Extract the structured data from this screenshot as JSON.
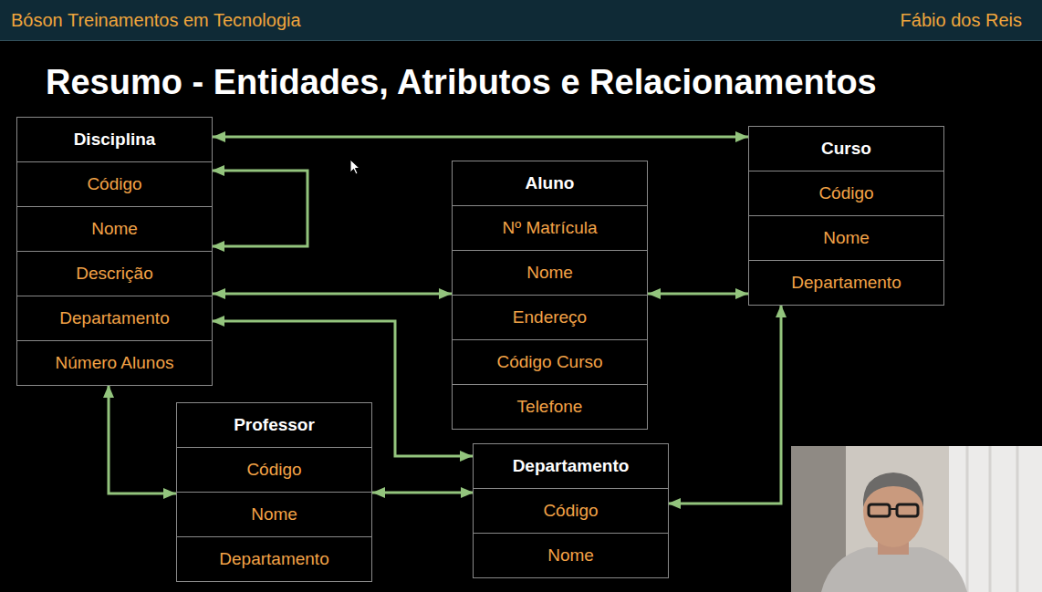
{
  "diagram": {
    "title": "Resumo - Entidades, Atributos e Relacionamentos",
    "nodes": [
      {
        "text": [
          "Disciplina"
        ]
      },
      {
        "text": [
          "Código"
        ],
        "in": 0
      },
      {
        "text": [
          "Nome"
        ],
        "in": 0
      },
      {
        "text": [
          "Descrição"
        ],
        "in": 0
      },
      {
        "text": [
          "Departamento"
        ],
        "in": 0
      },
      {
        "text": [
          "Número Alunos"
        ],
        "in": 0
      },
      {
        "text": [
          "Curso"
        ]
      },
      {
        "text": [
          "Código"
        ],
        "in": 6
      },
      {
        "text": [
          "Nome"
        ],
        "in": 6
      },
      {
        "text": [
          "Departamento"
        ],
        "in": 6
      },
      {
        "text": [
          "Aluno"
        ]
      },
      {
        "text": [
          "Nº Matrícula"
        ],
        "in": 10
      },
      {
        "text": [
          "Nome"
        ],
        "in": 10
      },
      {
        "text": [
          "Endereço"
        ],
        "in": 10
      },
      {
        "text": [
          "Código Curso"
        ],
        "in": 10
      },
      {
        "text": [
          "Telefone"
        ],
        "in": 10
      },
      {
        "text": [
          "Professor"
        ]
      },
      {
        "text": [
          "Código"
        ],
        "in": 16
      },
      {
        "text": [
          "Nome"
        ],
        "in": 16
      },
      {
        "text": [
          "Departamento"
        ],
        "in": 16
      },
      {
        "text": [
          "Departamento"
        ]
      },
      {
        "text": [
          "Código"
        ],
        "in": 20
      },
      {
        "text": [
          "Nome"
        ],
        "in": 20
      }
    ],
    "edges": [
      {
        "from": 0,
        "to": 6,
        "arrow": "both"
      },
      {
        "from": 1,
        "to": 2,
        "arrow": "both"
      },
      {
        "from": 0,
        "to": 10,
        "arrow": "both"
      },
      {
        "from": 10,
        "to": 6,
        "arrow": "both"
      },
      {
        "from": 4,
        "to": 20,
        "arrow": "both"
      },
      {
        "from": 5,
        "to": 16,
        "arrow": "both"
      },
      {
        "from": 16,
        "to": 21,
        "arrow": "both"
      },
      {
        "from": 21,
        "to": 9,
        "arrow": "both"
      }
    ],
    "labels": [
      "Bóson Treinamentos em Tecnologia",
      "Fábio dos Reis"
    ]
  }
}
